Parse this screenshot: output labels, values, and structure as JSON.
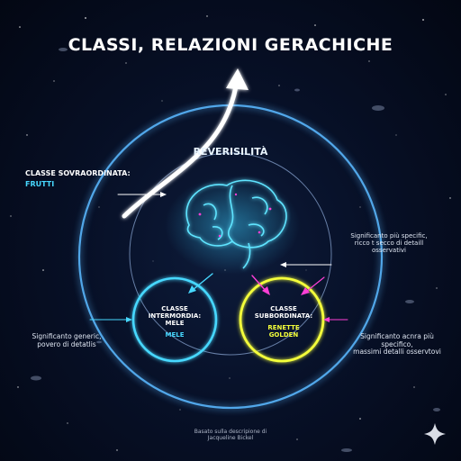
{
  "title": "CLASSI, RELAZIONI GERACHICHE",
  "center_label": "REVERISILITÀ",
  "superordinate": {
    "label": "CLASSE SOVRAORDINATA:",
    "value": "FRUTTI"
  },
  "intermediate": {
    "label_line1": "CLASSE",
    "label_line2": "INTERMORDIA:",
    "label_line3": "MELE",
    "value": "MELE"
  },
  "subordinate": {
    "label_line1": "CLASSE",
    "label_line2": "SUBBORDINATA:",
    "value_line1": "RENETTE",
    "value_line2": "GOLDEN"
  },
  "right_top_note": {
    "line1": "Significanto più specific,",
    "line2": "ricco t secco di detaill",
    "line3": "osservativi"
  },
  "left_bottom_note": {
    "line1": "Significanto generic,",
    "line2": "povero di detatlis"
  },
  "right_bottom_note": {
    "line1": "Significanto acnra più specifico,",
    "line2": "massimi detalli osservtovi"
  },
  "credit": {
    "line1": "Basato sulla descripione di",
    "line2": "Jacqueline Bickel"
  },
  "colors": {
    "accent_cyan": "#47d8ff",
    "accent_yellow": "#f4ff3a",
    "accent_magenta": "#ff3fd6",
    "ring_blue": "#5ab8ff"
  },
  "icons": [
    "brain-icon",
    "sparkle-icon",
    "up-arrow-icon"
  ]
}
